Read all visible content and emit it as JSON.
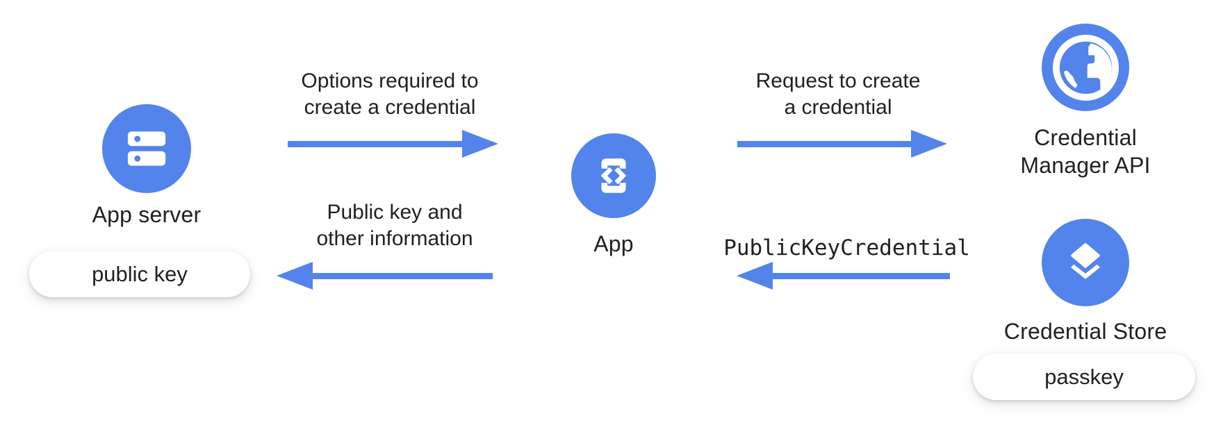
{
  "colors": {
    "accent": "#5384ec",
    "node-fill": "#5384ec",
    "text": "#202124",
    "badge-bg": "#ffffff",
    "canvas-bg": "#ffffff"
  },
  "nodes": {
    "app_server": {
      "label": "App server",
      "icon": "server-icon"
    },
    "app": {
      "label": "App",
      "icon": "phone-code-icon"
    },
    "credential_manager": {
      "label_line1": "Credential",
      "label_line2": "Manager API",
      "icon": "globe-icon"
    },
    "credential_store": {
      "label": "Credential Store",
      "icon": "layers-icon"
    }
  },
  "badges": {
    "public_key": "public key",
    "passkey": "passkey"
  },
  "arrows": {
    "options": {
      "label_line1": "Options required to",
      "label_line2": "create a credential",
      "direction": "right",
      "from": "App server",
      "to": "App"
    },
    "public_key_info": {
      "label_line1": "Public key and",
      "label_line2": "other information",
      "direction": "left",
      "from": "App",
      "to": "App server"
    },
    "request": {
      "label_line1": "Request to create",
      "label_line2": "a credential",
      "direction": "right",
      "from": "App",
      "to": "Credential Manager API"
    },
    "public_key_credential": {
      "label": "PublicKeyCredential",
      "direction": "left",
      "from": "Credential Store",
      "to": "App"
    }
  }
}
